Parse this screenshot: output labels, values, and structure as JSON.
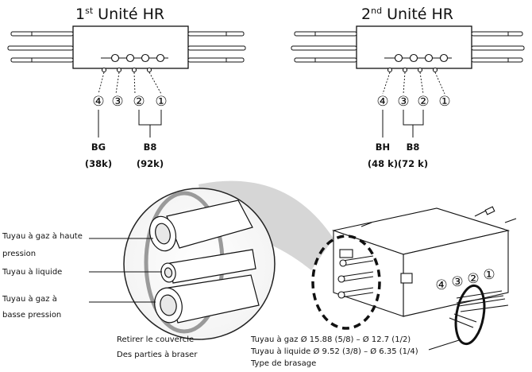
{
  "unit1": {
    "title_prefix": "1",
    "title_sup": "st",
    "title_rest": " Unité HR",
    "ports": [
      "④",
      "③",
      "②",
      "①"
    ],
    "code_left": "BG",
    "cap_left": "(38k)",
    "code_right": "B8",
    "cap_right": "(92k)"
  },
  "unit2": {
    "title_prefix": "2",
    "title_sup": "nd",
    "title_rest": " Unité HR",
    "ports": [
      "④",
      "③",
      "②",
      "①"
    ],
    "code_left": "BH",
    "cap_left": "(48 k)",
    "code_right": "B8",
    "cap_right": "(72 k)"
  },
  "detail": {
    "label_high_1": "Tuyau à gaz à haute",
    "label_high_2": "pression",
    "label_liquid": "Tuyau à liquide",
    "label_low_1": "Tuyau à gaz à",
    "label_low_2": "basse pression",
    "remove_1": "Retirer le couvercle",
    "remove_2": "Des parties à braser",
    "unit_ports": [
      "④",
      "③",
      "②",
      "①"
    ],
    "spec_gas": "Tuyau à gaz Ø 15.88 (5/8) – Ø 12.7 (1/2)",
    "spec_liquid": "Tuyau à liquide Ø 9.52 (3/8) – Ø 6.35 (1/4)",
    "spec_type": "Type de brasage"
  }
}
